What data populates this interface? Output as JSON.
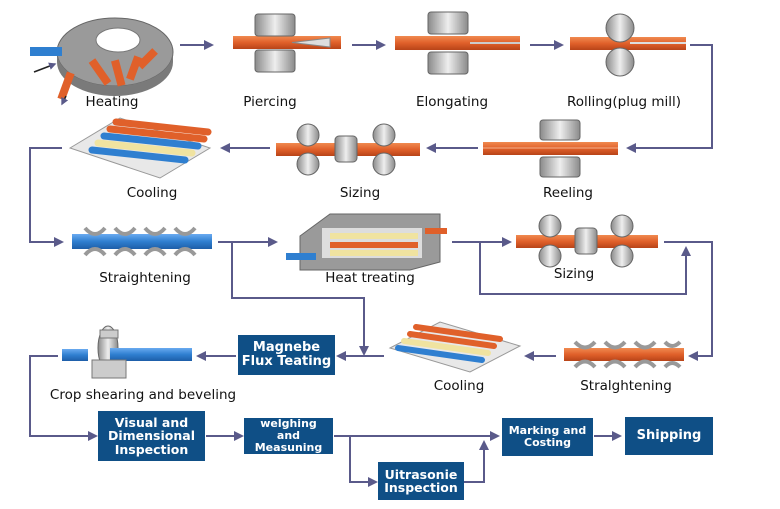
{
  "steps": {
    "heating": "Heating",
    "piercing": "Piercing",
    "elongating": "Elongating",
    "rolling": "Rolling(plug mill)",
    "cooling1": "Cooling",
    "sizing1": "Sizing",
    "reeling": "Reeling",
    "straightening1": "Straightening",
    "heat_treating": "Heat treating",
    "sizing2": "Sizing",
    "crop": "Crop shearing and beveling",
    "cooling2": "Cooling",
    "straightening2": "Stralghtening"
  },
  "boxes": {
    "magnetic": "Magnebe\nFlux Teating",
    "visual": "Visual and\nDimensional\nInspection",
    "weighing": "welghing and\nMeasuning",
    "ultrasonic": "Uitrasonie\nInspection",
    "marking": "Marking and\nCosting",
    "shipping": "Shipping"
  },
  "colors": {
    "pipe_orange": "#e0602a",
    "pipe_blue": "#2f7fd0",
    "pipe_yellow": "#f0e3a0",
    "roller_grey": "#b8b8b8",
    "box_blue": "#0f4f86",
    "arrow": "#5a5a8a"
  }
}
